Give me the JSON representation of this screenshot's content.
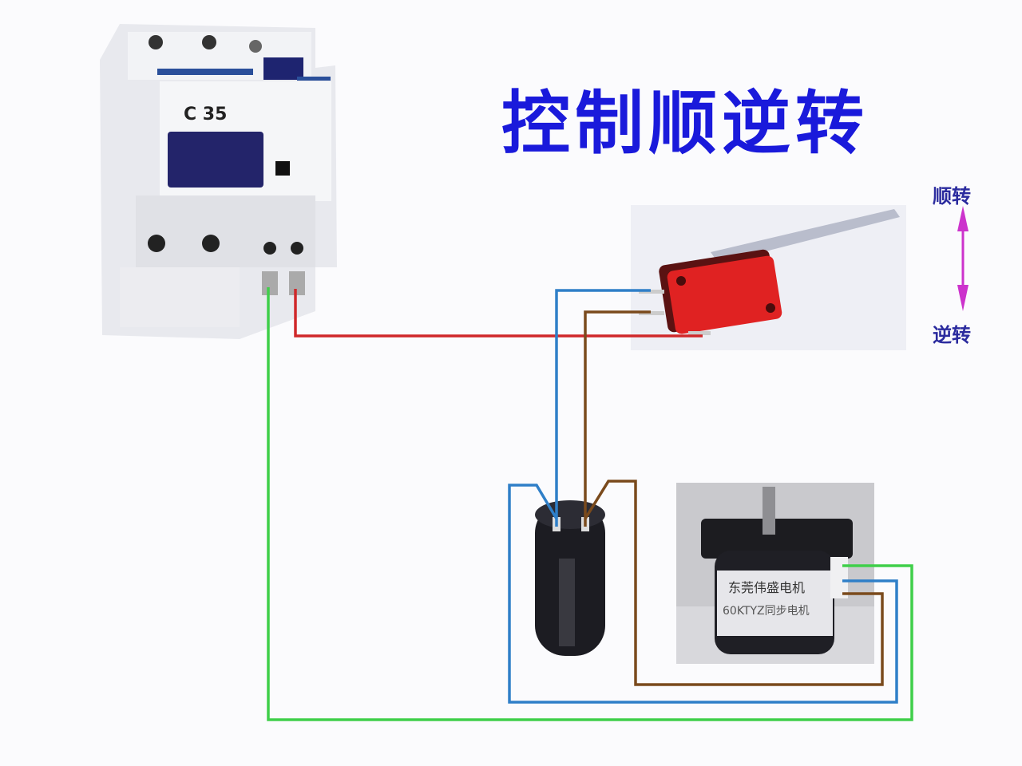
{
  "title": "控制顺逆转",
  "direction": {
    "forward_label": "顺转",
    "reverse_label": "逆转"
  },
  "components": {
    "breaker": {
      "name": "circuit-breaker",
      "label_text": "C 35"
    },
    "micro_switch": {
      "name": "micro-switch"
    },
    "capacitor": {
      "name": "capacitor"
    },
    "motor": {
      "name": "synchronous-motor",
      "label_line1": "东莞伟盛电机",
      "label_line2": "60KTYZ同步电机"
    }
  },
  "colors": {
    "title": "#1a1adb",
    "direction_text": "#2b2b9e",
    "arrow": "#cc33cc",
    "wire_green": "#3fcf4a",
    "wire_red": "#d0282a",
    "wire_blue": "#2f7fc8",
    "wire_brown": "#7a4a1c"
  }
}
